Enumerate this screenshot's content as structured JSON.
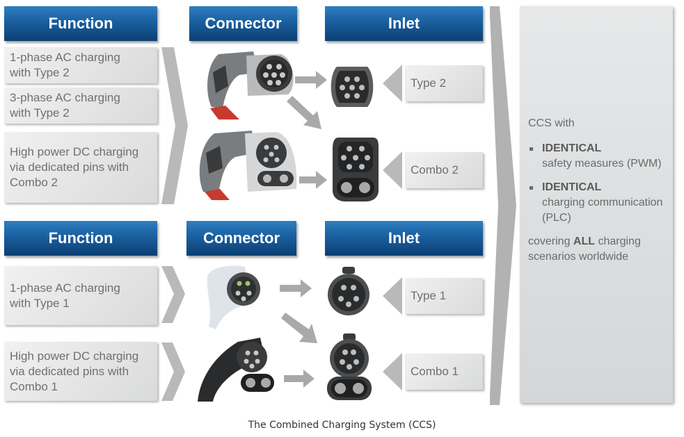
{
  "headers": {
    "top": {
      "function": "Function",
      "connector": "Connector",
      "inlet": "Inlet"
    },
    "bottom": {
      "function": "Function",
      "connector": "Connector",
      "inlet": "Inlet"
    }
  },
  "functions": {
    "f1": "1-phase AC charging\nwith Type 2",
    "f2": "3-phase AC charging\nwith Type 2",
    "f3": "High power DC charging\nvia dedicated pins with\nCombo 2",
    "f4": "1-phase AC charging\nwith Type 1",
    "f5": "High power DC charging\nvia dedicated pins with\nCombo 1"
  },
  "inlet_labels": {
    "type2": "Type 2",
    "combo2": "Combo 2",
    "type1": "Type 1",
    "combo1": "Combo 1"
  },
  "side_panel": {
    "intro": "CCS with",
    "bullet1_bold": "IDENTICAL",
    "bullet1_text": "safety measures (PWM)",
    "bullet2_bold": "IDENTICAL",
    "bullet2_text": "charging communication (PLC)",
    "outro_pre": "covering ",
    "outro_bold": "ALL",
    "outro_post": " charging scenarios worldwide"
  },
  "caption": "The Combined Charging System (CCS)",
  "colors": {
    "header_blue": "#1a5f9f",
    "box_gray": "#e3e4e5",
    "arrow_gray": "#b9b9b9"
  }
}
